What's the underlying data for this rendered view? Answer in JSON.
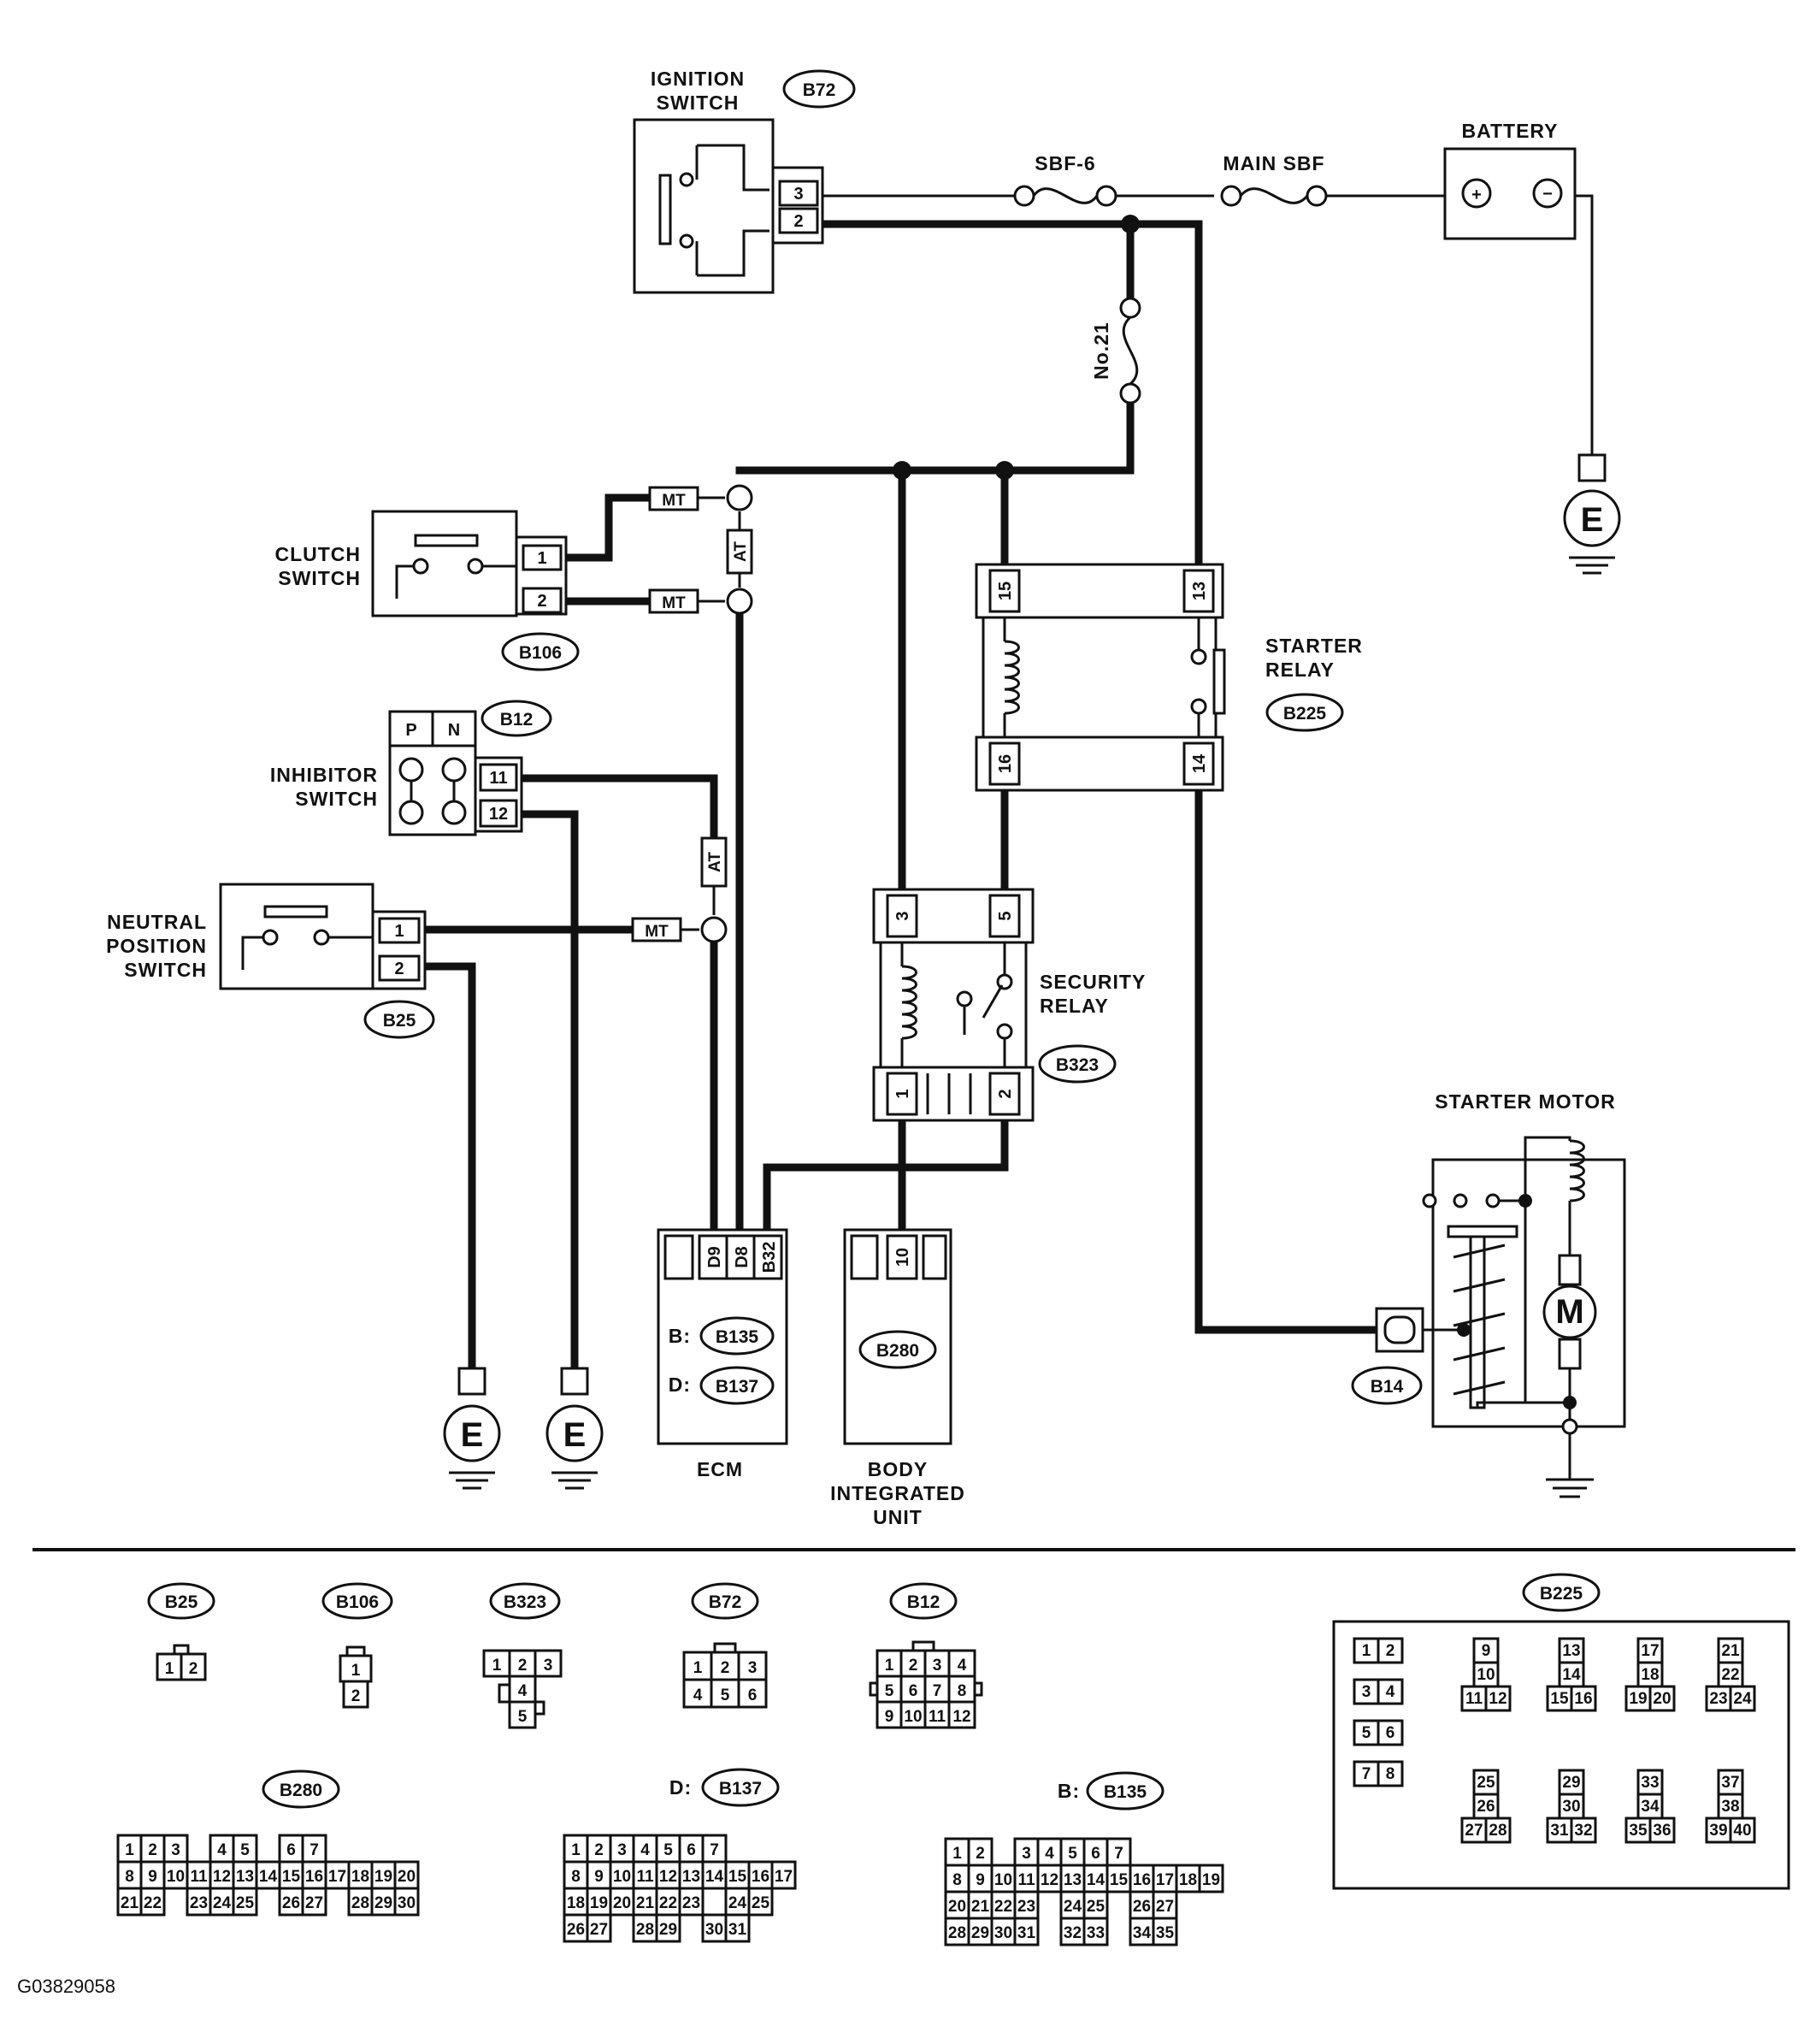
{
  "title_code": "G03829058",
  "components": {
    "ignition_switch": {
      "label_line1": "IGNITION",
      "label_line2": "SWITCH",
      "connector": "B72",
      "pins": [
        "3",
        "2"
      ]
    },
    "battery": {
      "label": "BATTERY",
      "plus": "+",
      "minus": "−"
    },
    "fuses": {
      "sbf6": "SBF-6",
      "main_sbf": "MAIN SBF",
      "no21": "No.21"
    },
    "clutch_switch": {
      "label_line1": "CLUTCH",
      "label_line2": "SWITCH",
      "connector": "B106",
      "pins": [
        "1",
        "2"
      ]
    },
    "inhibitor_switch": {
      "label_line1": "INHIBITOR",
      "label_line2": "SWITCH",
      "connector": "B12",
      "p": "P",
      "n": "N",
      "pins": [
        "11",
        "12"
      ]
    },
    "neutral_switch": {
      "label_line1": "NEUTRAL",
      "label_line2": "POSITION",
      "label_line3": "SWITCH",
      "connector": "B25",
      "pins": [
        "1",
        "2"
      ]
    },
    "starter_relay": {
      "label_line1": "STARTER",
      "label_line2": "RELAY",
      "connector": "B225",
      "pins": [
        "15",
        "13",
        "16",
        "14"
      ]
    },
    "security_relay": {
      "label_line1": "SECURITY",
      "label_line2": "RELAY",
      "connector": "B323",
      "pins": [
        "3",
        "5",
        "1",
        "2"
      ]
    },
    "ecm": {
      "label": "ECM",
      "pins": [
        "D9",
        "D8",
        "B32"
      ],
      "b_prefix": "B:",
      "b_conn": "B135",
      "d_prefix": "D:",
      "d_conn": "B137"
    },
    "body_unit": {
      "label_line1": "BODY",
      "label_line2": "INTEGRATED",
      "label_line3": "UNIT",
      "connector": "B280",
      "pin": "10"
    },
    "starter_motor": {
      "label": "STARTER MOTOR",
      "connector": "B14",
      "motor": "M"
    },
    "ground": "E",
    "option_mt": "MT",
    "option_at": "AT"
  },
  "legend": {
    "B25": {
      "name": "B25",
      "rows": [
        [
          "1",
          "2"
        ]
      ]
    },
    "B106": {
      "name": "B106",
      "rows": [
        [
          "1"
        ],
        [
          "2"
        ]
      ]
    },
    "B323": {
      "name": "B323",
      "rows": [
        [
          "1",
          "2",
          "3"
        ],
        [
          "4"
        ],
        [
          "5"
        ]
      ]
    },
    "B72": {
      "name": "B72",
      "rows": [
        [
          "1",
          "2",
          "3"
        ],
        [
          "4",
          "5",
          "6"
        ]
      ]
    },
    "B12": {
      "name": "B12",
      "rows": [
        [
          "1",
          "2",
          "3",
          "4"
        ],
        [
          "5",
          "6",
          "7",
          "8"
        ],
        [
          "9",
          "10",
          "11",
          "12"
        ]
      ]
    },
    "B225": {
      "name": "B225",
      "rows": [
        [
          "1",
          "2",
          "3",
          "4",
          "5",
          "6",
          "7",
          "8"
        ],
        [
          "9",
          "10",
          "11",
          "12",
          "13",
          "14",
          "15",
          "16"
        ],
        [
          "17",
          "18",
          "19",
          "20",
          "21",
          "22",
          "23",
          "24"
        ],
        [
          "25",
          "26",
          "27",
          "28",
          "29",
          "30",
          "31",
          "32"
        ],
        [
          "33",
          "34",
          "35",
          "36",
          "37",
          "38",
          "39",
          "40"
        ]
      ]
    },
    "B280": {
      "name": "B280",
      "rows": [
        [
          "1",
          "2",
          "3",
          "",
          "4",
          "5",
          "",
          "6",
          "7"
        ],
        [
          "8",
          "9",
          "10",
          "11",
          "12",
          "13",
          "14",
          "15",
          "16",
          "17",
          "18",
          "19",
          "20"
        ],
        [
          "21",
          "22",
          "",
          "23",
          "24",
          "25",
          "",
          "26",
          "27",
          "",
          "28",
          "29",
          "30"
        ]
      ]
    },
    "B137": {
      "prefix": "D:",
      "name": "B137",
      "rows": [
        [
          "1",
          "2",
          "3",
          "4",
          "5",
          "6",
          "7"
        ],
        [
          "8",
          "9",
          "10",
          "11",
          "12",
          "13",
          "14",
          "15",
          "16",
          "17"
        ],
        [
          "18",
          "19",
          "20",
          "21",
          "22",
          "23",
          "",
          "24",
          "25"
        ],
        [
          "26",
          "27",
          "",
          "28",
          "29",
          "",
          "30",
          "31"
        ]
      ]
    },
    "B135": {
      "prefix": "B:",
      "name": "B135",
      "rows": [
        [
          "1",
          "2",
          "",
          "3",
          "4",
          "5",
          "6",
          "7"
        ],
        [
          "8",
          "9",
          "10",
          "11",
          "12",
          "13",
          "14",
          "15",
          "16",
          "17",
          "18",
          "19"
        ],
        [
          "20",
          "21",
          "22",
          "23",
          "",
          "24",
          "25",
          "",
          "26",
          "27"
        ],
        [
          "28",
          "29",
          "30",
          "31",
          "",
          "32",
          "33",
          "",
          "34",
          "35"
        ]
      ]
    }
  }
}
